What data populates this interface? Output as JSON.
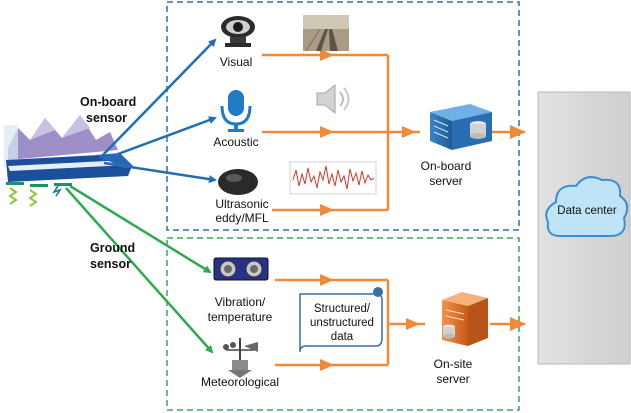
{
  "labels": {
    "onboard_sensor_1": "On-board",
    "onboard_sensor_2": "sensor",
    "ground_sensor_1": "Ground",
    "ground_sensor_2": "sensor",
    "visual": "Visual",
    "acoustic": "Acoustic",
    "ultrasonic_1": "Ultrasonic",
    "ultrasonic_2": "eddy/MFL",
    "vibration_1": "Vibration/",
    "vibration_2": "temperature",
    "meteorological": "Meteorological",
    "onboard_server_1": "On-board",
    "onboard_server_2": "server",
    "onsite_server_1": "On-site",
    "onsite_server_2": "server",
    "structured_1": "Structured/",
    "structured_2": "unstructured",
    "structured_3": "data",
    "data_center": "Data center"
  },
  "colors": {
    "blue_arrow": "#1f6fb5",
    "green_arrow": "#2eaa4f",
    "orange_arrow": "#f08a3a",
    "blue_box": "#2f6fae",
    "green_box": "#3aa55a",
    "data_center_panel": "#d4d4d4",
    "cloud_fill": "#bfe3f7",
    "cloud_stroke": "#3a8fd0"
  }
}
